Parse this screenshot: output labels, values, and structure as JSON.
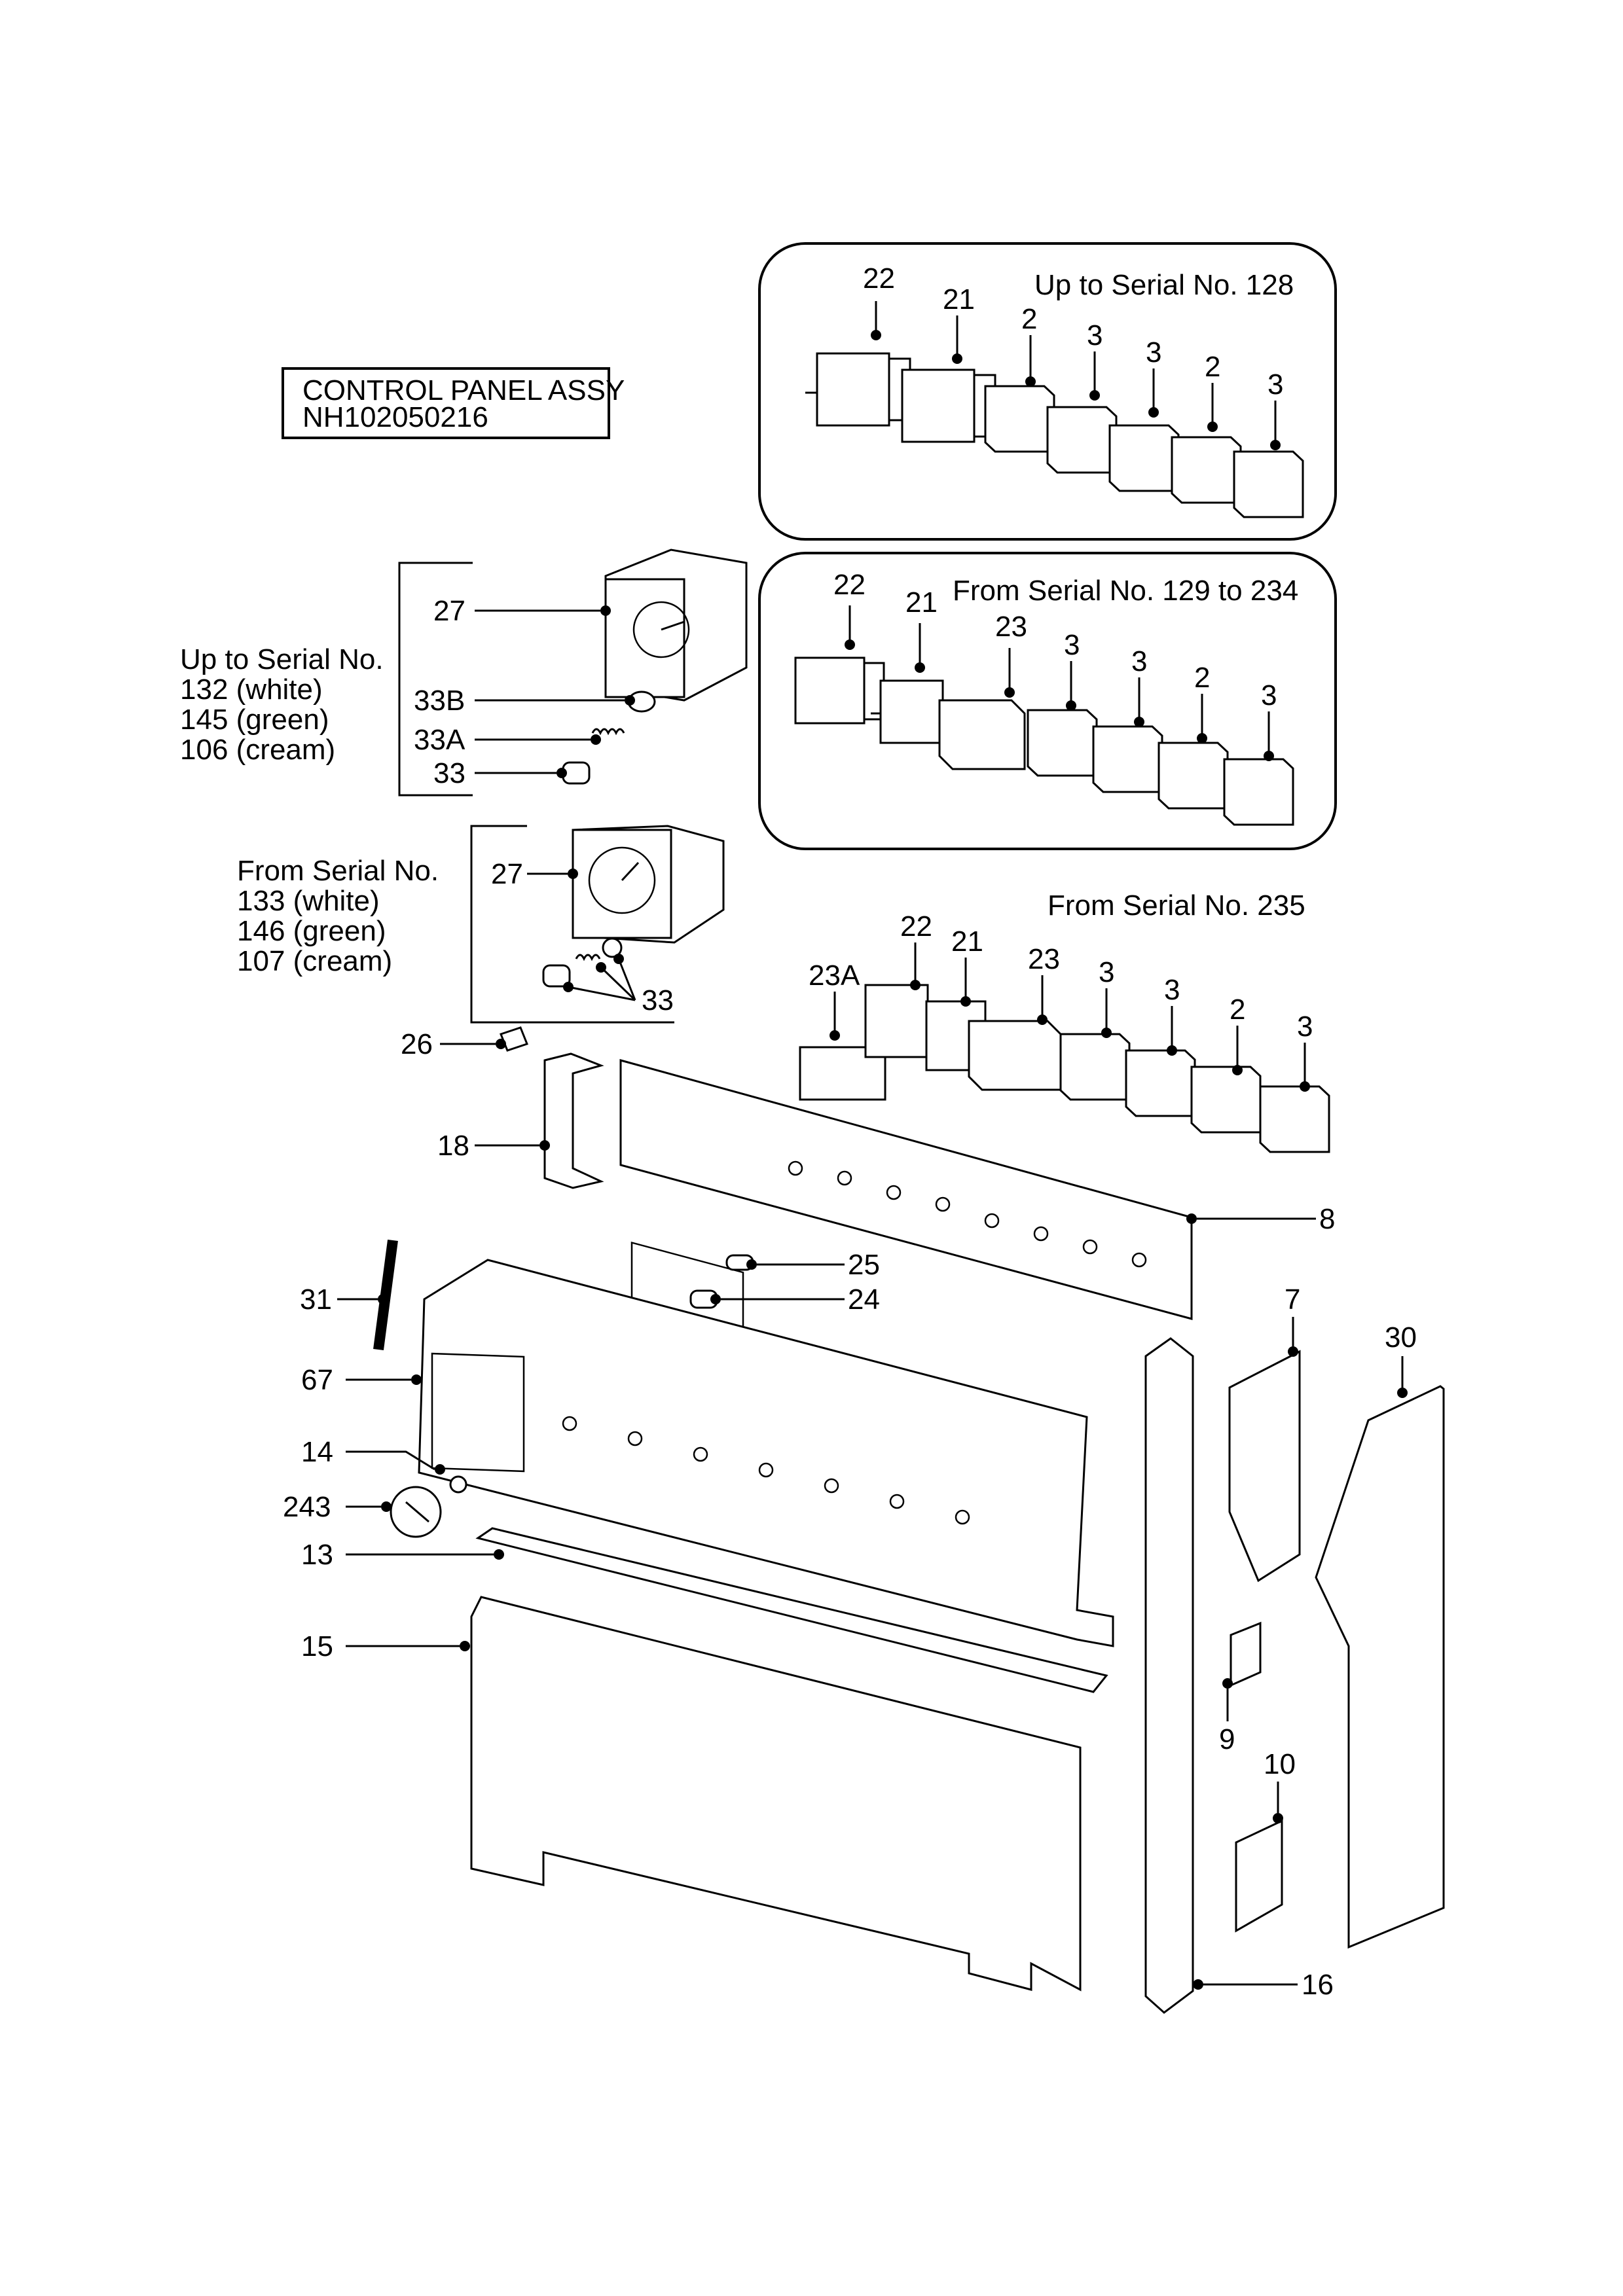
{
  "title_box": {
    "line1": "CONTROL PANEL ASSY",
    "line2": "NH102050216"
  },
  "groups": {
    "group_a": "Up to Serial No. 128",
    "group_b": "From Serial No. 129 to 234",
    "group_c": "From Serial No. 235",
    "clock_old": [
      "Up to Serial No.",
      "132 (white)",
      "145 (green)",
      "106 (cream)"
    ],
    "clock_new": [
      "From Serial No.",
      "133 (white)",
      "146 (green)",
      "107 (cream)"
    ]
  },
  "callouts": {
    "ga_22": "22",
    "ga_21": "21",
    "ga_2a": "2",
    "ga_3a": "3",
    "ga_3b": "3",
    "ga_2b": "2",
    "ga_3c": "3",
    "gb_22": "22",
    "gb_21": "21",
    "gb_23": "23",
    "gb_3a": "3",
    "gb_3b": "3",
    "gb_2": "2",
    "gb_3c": "3",
    "gc_23a": "23A",
    "gc_22": "22",
    "gc_21": "21",
    "gc_23": "23",
    "gc_3a": "3",
    "gc_3b": "3",
    "gc_2": "2",
    "gc_3c": "3",
    "c27a": "27",
    "c33b": "33B",
    "c33a": "33A",
    "c33": "33",
    "c27b": "27",
    "c33n": "33",
    "c26": "26",
    "c18": "18",
    "c8": "8",
    "c25": "25",
    "c24": "24",
    "c31": "31",
    "c67": "67",
    "c14": "14",
    "c243": "243",
    "c13": "13",
    "c15": "15",
    "c7": "7",
    "c30": "30",
    "c9": "9",
    "c10": "10",
    "c16": "16"
  }
}
